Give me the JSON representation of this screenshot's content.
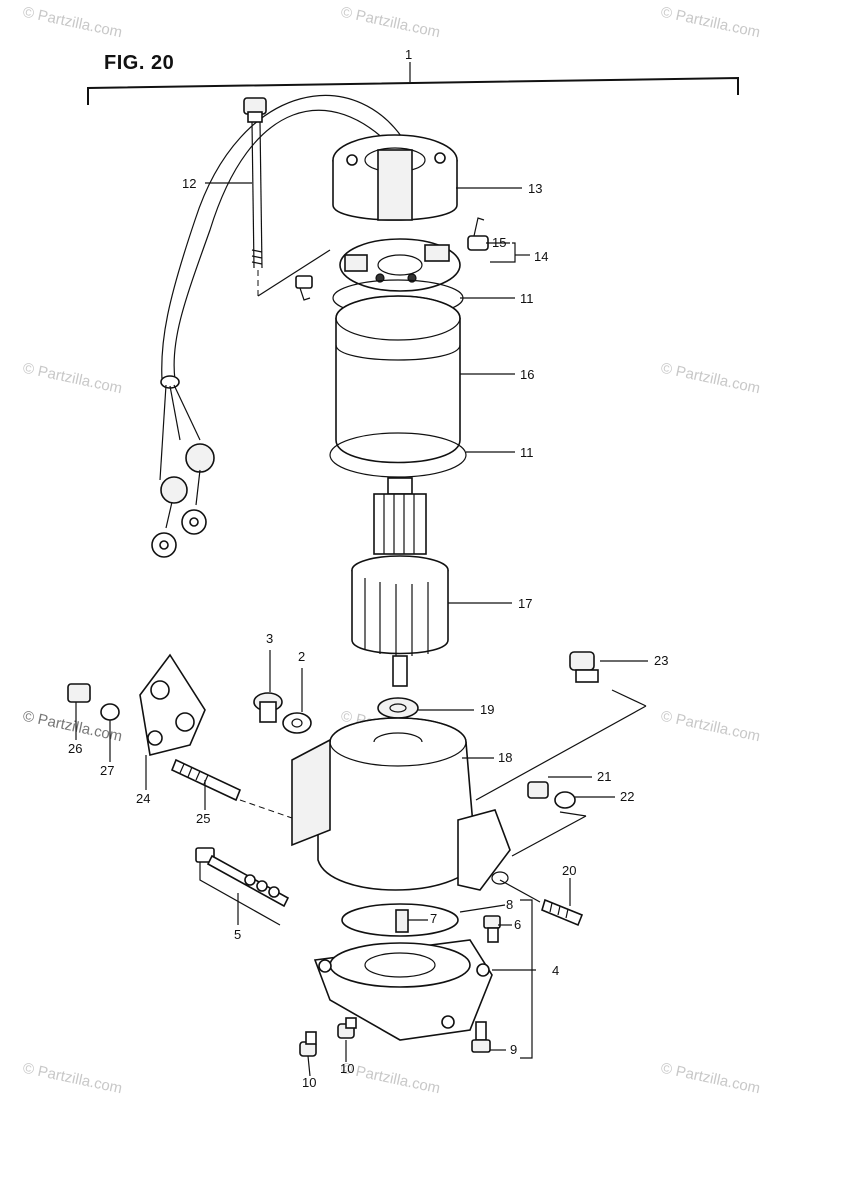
{
  "figure": {
    "title": "FIG. 20"
  },
  "watermark": {
    "text": "© Partzilla.com"
  },
  "callouts": [
    {
      "id": "c1",
      "label": "1"
    },
    {
      "id": "c12",
      "label": "12"
    },
    {
      "id": "c13",
      "label": "13"
    },
    {
      "id": "c15",
      "label": "15"
    },
    {
      "id": "c14",
      "label": "14"
    },
    {
      "id": "c11a",
      "label": "11"
    },
    {
      "id": "c16",
      "label": "16"
    },
    {
      "id": "c11b",
      "label": "11"
    },
    {
      "id": "c17",
      "label": "17"
    },
    {
      "id": "c3",
      "label": "3"
    },
    {
      "id": "c2",
      "label": "2"
    },
    {
      "id": "c23",
      "label": "23"
    },
    {
      "id": "c19",
      "label": "19"
    },
    {
      "id": "c18",
      "label": "18"
    },
    {
      "id": "c26",
      "label": "26"
    },
    {
      "id": "c27",
      "label": "27"
    },
    {
      "id": "c24",
      "label": "24"
    },
    {
      "id": "c25",
      "label": "25"
    },
    {
      "id": "c21",
      "label": "21"
    },
    {
      "id": "c22",
      "label": "22"
    },
    {
      "id": "c20",
      "label": "20"
    },
    {
      "id": "c5",
      "label": "5"
    },
    {
      "id": "c7",
      "label": "7"
    },
    {
      "id": "c8",
      "label": "8"
    },
    {
      "id": "c6",
      "label": "6"
    },
    {
      "id": "c4",
      "label": "4"
    },
    {
      "id": "c9",
      "label": "9"
    },
    {
      "id": "c10a",
      "label": "10"
    },
    {
      "id": "c10b",
      "label": "10"
    }
  ]
}
